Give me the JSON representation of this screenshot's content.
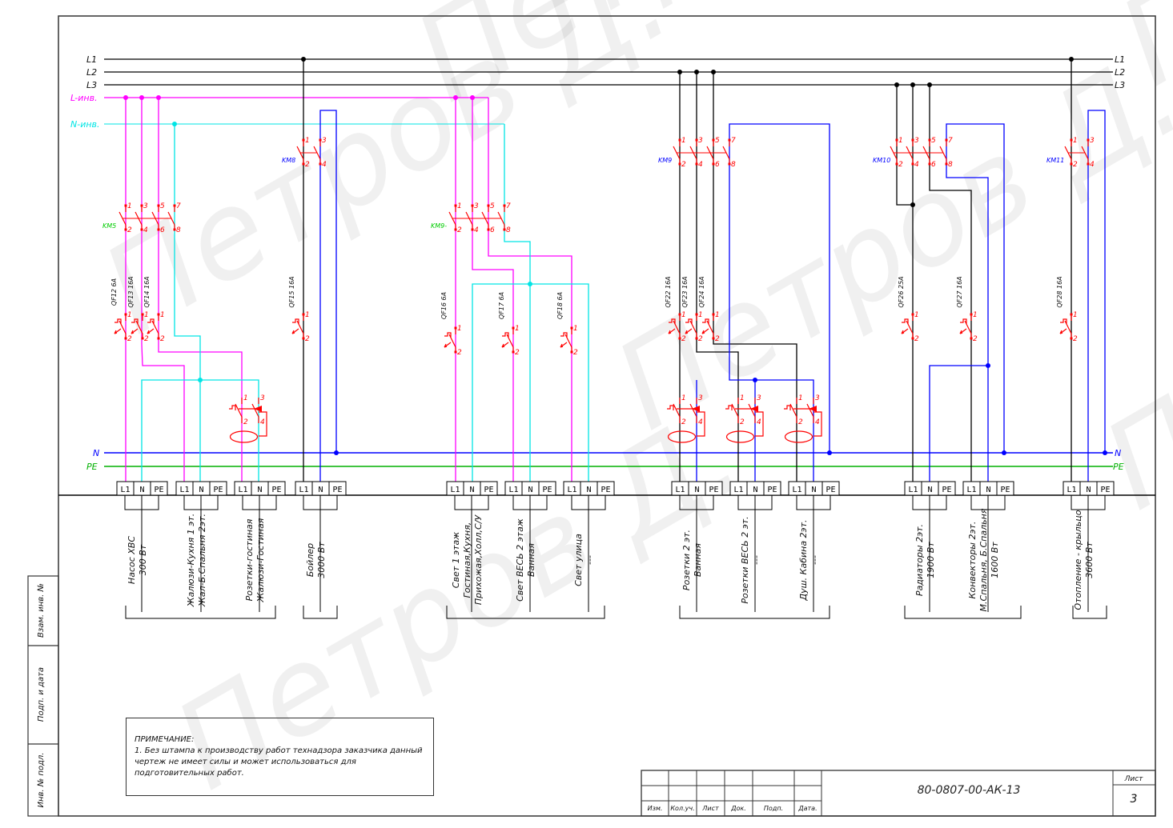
{
  "watermark": "Петров Д.",
  "buses": {
    "L1": "L1",
    "L2": "L2",
    "L3": "L3",
    "Linv": "L-инв.",
    "Ninv": "N-инв.",
    "N": "N",
    "PE": "PE"
  },
  "colors": {
    "phase": "#000000",
    "l_inv": "#ff00ff",
    "n_inv": "#00e5e5",
    "neutral": "#0000ff",
    "pe": "#00b000",
    "device": "#ff0000",
    "contactor_green": "#00cc00",
    "contactor_blue": "#0000ff"
  },
  "contactors": [
    {
      "label": "KM5",
      "color": "green"
    },
    {
      "label": "KM9-",
      "color": "green"
    },
    {
      "label": "KM8",
      "color": "blue"
    },
    {
      "label": "KM9",
      "color": "blue"
    },
    {
      "label": "KM10",
      "color": "blue"
    },
    {
      "label": "KM11",
      "color": "blue"
    }
  ],
  "breakers": [
    {
      "label": "QF12  6A"
    },
    {
      "label": "QF13  16A"
    },
    {
      "label": "QF14  16A"
    },
    {
      "label": "QF15  16A"
    },
    {
      "label": "QF16  6A"
    },
    {
      "label": "QF17  6A"
    },
    {
      "label": "QF18  6A"
    },
    {
      "label": "QF22  16A"
    },
    {
      "label": "QF23  16A"
    },
    {
      "label": "QF24  16A"
    },
    {
      "label": "QF26  25A"
    },
    {
      "label": "QF27  16A"
    },
    {
      "label": "QF28  16A"
    }
  ],
  "terminal_labels": [
    "L1",
    "N",
    "PE"
  ],
  "circuits": [
    {
      "lines": [
        "Насос ХВС",
        "300 Вт"
      ]
    },
    {
      "lines": [
        "Жалюзи-Кухня 1 эт.",
        "Жал-Б.Спальня 2эт."
      ]
    },
    {
      "lines": [
        "Розетки-гостиная",
        "Жалюзи-Гостиная"
      ]
    },
    {
      "lines": [
        "Бойлер",
        "3000 Вт"
      ]
    },
    {
      "lines": [
        "Свет 1 этаж",
        "Гостиная,Кухня,",
        "Прихожая,Холл,С/У"
      ]
    },
    {
      "lines": [
        "Свет ВЕСЬ 2 этаж",
        "Ванная"
      ]
    },
    {
      "lines": [
        "Свет улица",
        "---"
      ]
    },
    {
      "lines": [
        "Розетки 2 эт.",
        "Ванная"
      ]
    },
    {
      "lines": [
        "Розетки ВЕСЬ 2 эт.",
        "---"
      ]
    },
    {
      "lines": [
        "Душ. Кабина 2эт.",
        "---"
      ]
    },
    {
      "lines": [
        "Радиаторы 2эт.",
        "1900 Вт"
      ]
    },
    {
      "lines": [
        "Конвекторы 2эт.",
        "М.Спальня, Б.Спальня",
        "1600 Вт"
      ]
    },
    {
      "lines": [
        "Отопление - крыльцо",
        "3600 Вт"
      ]
    }
  ],
  "side_strip": [
    "Взам. инв. №",
    "Подп. и дата",
    "Инв. № подл."
  ],
  "note": {
    "title": "ПРИМЕЧАНИЕ:",
    "text": "1. Без штампа к производству работ технадзора заказчика данный чертеж не имеет силы и может использоваться для подготовительных работ."
  },
  "title_block": {
    "columns": [
      "Изм.",
      "Кол.уч.",
      "Лист",
      "Док.",
      "Подп.",
      "Дата."
    ],
    "doc_number": "80-0807-00-АК-13",
    "sheet_label": "Лист",
    "sheet_number": "3"
  }
}
